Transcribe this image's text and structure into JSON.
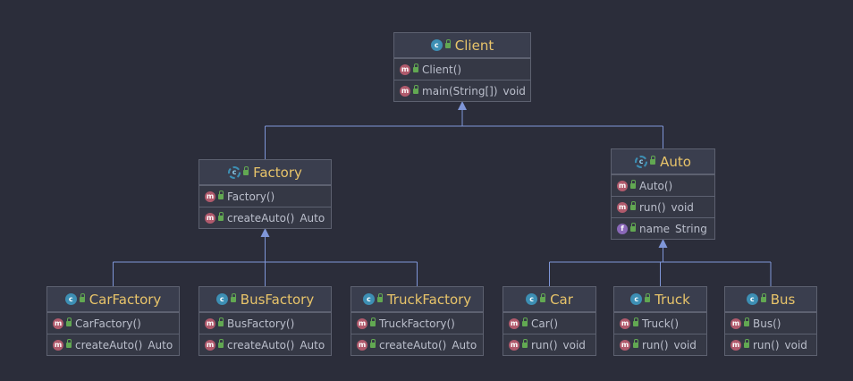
{
  "colors": {
    "background": "#2b2d3a",
    "class_title": "#e8c46a",
    "member_text": "#bbbfcc",
    "border": "#5d6170",
    "arrow": "#7f96d8",
    "class_icon": "#3d8fb4",
    "method_icon": "#b05a6c",
    "field_icon": "#8a68b8",
    "visibility_public": "#62a852"
  },
  "classes": {
    "client": {
      "name": "Client",
      "icon": "class-icon",
      "sections": [
        [
          {
            "kind": "method",
            "name": "Client()",
            "type": ""
          }
        ],
        [
          {
            "kind": "method",
            "name": "main(String[])",
            "type": "void"
          }
        ]
      ]
    },
    "factory": {
      "name": "Factory",
      "icon": "abstract-class-icon",
      "sections": [
        [
          {
            "kind": "method",
            "name": "Factory()",
            "type": ""
          }
        ],
        [
          {
            "kind": "method",
            "name": "createAuto()",
            "type": "Auto"
          }
        ]
      ]
    },
    "auto": {
      "name": "Auto",
      "icon": "abstract-class-icon",
      "sections": [
        [
          {
            "kind": "method",
            "name": "Auto()",
            "type": ""
          }
        ],
        [
          {
            "kind": "method",
            "name": "run()",
            "type": "void"
          }
        ],
        [
          {
            "kind": "field",
            "name": "name",
            "type": "String"
          }
        ]
      ]
    },
    "car_factory": {
      "name": "CarFactory",
      "icon": "class-icon",
      "sections": [
        [
          {
            "kind": "method",
            "name": "CarFactory()",
            "type": ""
          }
        ],
        [
          {
            "kind": "method",
            "name": "createAuto()",
            "type": "Auto"
          }
        ]
      ]
    },
    "bus_factory": {
      "name": "BusFactory",
      "icon": "class-icon",
      "sections": [
        [
          {
            "kind": "method",
            "name": "BusFactory()",
            "type": ""
          }
        ],
        [
          {
            "kind": "method",
            "name": "createAuto()",
            "type": "Auto"
          }
        ]
      ]
    },
    "truck_factory": {
      "name": "TruckFactory",
      "icon": "class-icon",
      "sections": [
        [
          {
            "kind": "method",
            "name": "TruckFactory()",
            "type": ""
          }
        ],
        [
          {
            "kind": "method",
            "name": "createAuto()",
            "type": "Auto"
          }
        ]
      ]
    },
    "car": {
      "name": "Car",
      "icon": "class-icon",
      "sections": [
        [
          {
            "kind": "method",
            "name": "Car()",
            "type": ""
          }
        ],
        [
          {
            "kind": "method",
            "name": "run()",
            "type": "void"
          }
        ]
      ]
    },
    "truck": {
      "name": "Truck",
      "icon": "class-icon",
      "sections": [
        [
          {
            "kind": "method",
            "name": "Truck()",
            "type": ""
          }
        ],
        [
          {
            "kind": "method",
            "name": "run()",
            "type": "void"
          }
        ]
      ]
    },
    "bus": {
      "name": "Bus",
      "icon": "class-icon",
      "sections": [
        [
          {
            "kind": "method",
            "name": "Bus()",
            "type": ""
          }
        ],
        [
          {
            "kind": "method",
            "name": "run()",
            "type": "void"
          }
        ]
      ]
    }
  },
  "relations": [
    {
      "from": "factory",
      "to": "client"
    },
    {
      "from": "auto",
      "to": "client"
    },
    {
      "from": "car_factory",
      "to": "factory"
    },
    {
      "from": "bus_factory",
      "to": "factory"
    },
    {
      "from": "truck_factory",
      "to": "factory"
    },
    {
      "from": "car",
      "to": "auto"
    },
    {
      "from": "truck",
      "to": "auto"
    },
    {
      "from": "bus",
      "to": "auto"
    }
  ]
}
